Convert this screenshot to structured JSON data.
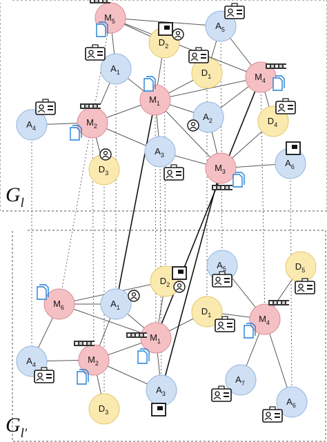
{
  "graphs": [
    {
      "id": "top",
      "label_main": "G",
      "label_sub": "l"
    },
    {
      "id": "bottom",
      "label_main": "G",
      "label_sub": "l′"
    }
  ],
  "colors": {
    "M": {
      "fill": "#f5c0c4",
      "stroke": "#d98e95"
    },
    "A": {
      "fill": "#cfe0f5",
      "stroke": "#94b6dd"
    },
    "D": {
      "fill": "#fbeab0",
      "stroke": "#e2c770"
    },
    "edge": "#555555",
    "link": "#111111",
    "dotted": "#666666",
    "doc_icon": "#1f7fd6"
  },
  "nodes": [
    {
      "id": "top-M5",
      "type": "M",
      "num": "5",
      "icons": [
        "film-strip-icon",
        "document-icon"
      ]
    },
    {
      "id": "top-A5",
      "type": "A",
      "num": "5",
      "icons": [
        "id-card-icon"
      ]
    },
    {
      "id": "top-D2",
      "type": "D",
      "num": "2",
      "icons": [
        "photo-frame-icon",
        "user-icon"
      ]
    },
    {
      "id": "top-A1",
      "type": "A",
      "num": "1",
      "icons": [
        "id-card-icon"
      ]
    },
    {
      "id": "top-D1",
      "type": "D",
      "num": "1",
      "icons": [
        "id-card-icon"
      ]
    },
    {
      "id": "top-M4",
      "type": "M",
      "num": "4",
      "icons": [
        "film-strip-icon",
        "document-icon"
      ]
    },
    {
      "id": "top-M1",
      "type": "M",
      "num": "1",
      "icons": [
        "document-icon"
      ]
    },
    {
      "id": "top-A4",
      "type": "A",
      "num": "4",
      "icons": [
        "id-card-icon"
      ]
    },
    {
      "id": "top-M2",
      "type": "M",
      "num": "2",
      "icons": [
        "film-strip-icon",
        "document-icon"
      ]
    },
    {
      "id": "top-A2",
      "type": "A",
      "num": "2",
      "icons": [
        "user-icon"
      ]
    },
    {
      "id": "top-D4",
      "type": "D",
      "num": "4",
      "icons": [
        "id-card-icon"
      ]
    },
    {
      "id": "top-D3",
      "type": "D",
      "num": "3",
      "icons": [
        "user-icon"
      ]
    },
    {
      "id": "top-A3",
      "type": "A",
      "num": "3",
      "icons": [
        "id-card-icon"
      ]
    },
    {
      "id": "top-M3",
      "type": "M",
      "num": "3",
      "icons": [
        "film-strip-icon",
        "document-icon"
      ]
    },
    {
      "id": "top-A6",
      "type": "A",
      "num": "6",
      "icons": [
        "photo-frame-icon"
      ]
    },
    {
      "id": "bot-A5",
      "type": "A",
      "num": "5",
      "icons": [
        "id-card-icon"
      ]
    },
    {
      "id": "bot-D5",
      "type": "D",
      "num": "5",
      "icons": [
        "id-card-icon"
      ]
    },
    {
      "id": "bot-D2",
      "type": "D",
      "num": "2",
      "icons": [
        "photo-frame-icon",
        "user-icon"
      ]
    },
    {
      "id": "bot-M6",
      "type": "M",
      "num": "6",
      "icons": [
        "document-icon"
      ]
    },
    {
      "id": "bot-A1",
      "type": "A",
      "num": "1",
      "icons": [
        "user-icon"
      ]
    },
    {
      "id": "bot-D1",
      "type": "D",
      "num": "1",
      "icons": [
        "id-card-icon"
      ]
    },
    {
      "id": "bot-M4",
      "type": "M",
      "num": "4",
      "icons": [
        "film-strip-icon",
        "document-icon"
      ]
    },
    {
      "id": "bot-M1",
      "type": "M",
      "num": "1",
      "icons": [
        "film-strip-icon",
        "document-icon"
      ]
    },
    {
      "id": "bot-A4",
      "type": "A",
      "num": "4",
      "icons": [
        "id-card-icon"
      ]
    },
    {
      "id": "bot-M2",
      "type": "M",
      "num": "2",
      "icons": [
        "film-strip-icon",
        "document-icon"
      ]
    },
    {
      "id": "bot-A3",
      "type": "A",
      "num": "3",
      "icons": [
        "photo-frame-icon"
      ]
    },
    {
      "id": "bot-A7",
      "type": "A",
      "num": "7",
      "icons": [
        "id-card-icon"
      ]
    },
    {
      "id": "bot-D3",
      "type": "D",
      "num": "3",
      "icons": []
    },
    {
      "id": "bot-A6",
      "type": "A",
      "num": "6",
      "icons": [
        "id-card-icon"
      ]
    }
  ],
  "edges": [
    [
      "top-M5",
      "top-A5"
    ],
    [
      "top-M5",
      "top-D2"
    ],
    [
      "top-M5",
      "top-A1"
    ],
    [
      "top-M5",
      "top-M4"
    ],
    [
      "top-A5",
      "top-M4"
    ],
    [
      "top-A5",
      "top-D1"
    ],
    [
      "top-D2",
      "top-M1"
    ],
    [
      "top-A1",
      "top-M1"
    ],
    [
      "top-A1",
      "top-M2"
    ],
    [
      "top-D1",
      "top-M1"
    ],
    [
      "top-M4",
      "top-M1"
    ],
    [
      "top-M4",
      "top-D4"
    ],
    [
      "top-M4",
      "top-A2"
    ],
    [
      "top-M1",
      "top-M2"
    ],
    [
      "top-M1",
      "top-A2"
    ],
    [
      "top-M1",
      "top-A3"
    ],
    [
      "top-M1",
      "top-M3"
    ],
    [
      "top-A4",
      "top-M2"
    ],
    [
      "top-M2",
      "top-D3"
    ],
    [
      "top-M2",
      "top-A3"
    ],
    [
      "top-A2",
      "top-M3"
    ],
    [
      "top-A3",
      "top-M3"
    ],
    [
      "top-M3",
      "top-A6"
    ],
    [
      "top-M3",
      "top-D4"
    ],
    [
      "bot-D2",
      "bot-M1"
    ],
    [
      "bot-D2",
      "bot-M6"
    ],
    [
      "bot-M6",
      "bot-A1"
    ],
    [
      "bot-M6",
      "bot-A4"
    ],
    [
      "bot-M6",
      "bot-M1"
    ],
    [
      "bot-A1",
      "bot-M1"
    ],
    [
      "bot-A1",
      "bot-M2"
    ],
    [
      "bot-D1",
      "bot-M1"
    ],
    [
      "bot-D1",
      "bot-M4"
    ],
    [
      "bot-M4",
      "bot-A5"
    ],
    [
      "bot-M4",
      "bot-D5"
    ],
    [
      "bot-M4",
      "bot-A7"
    ],
    [
      "bot-M4",
      "bot-A6"
    ],
    [
      "bot-M1",
      "bot-M2"
    ],
    [
      "bot-M1",
      "bot-A3"
    ],
    [
      "bot-A4",
      "bot-M2"
    ],
    [
      "bot-M2",
      "bot-D3"
    ],
    [
      "bot-M2",
      "bot-A3"
    ]
  ],
  "cross_links": [
    [
      "top-M1",
      "bot-A1"
    ],
    [
      "top-M4",
      "bot-M1"
    ],
    [
      "top-M3",
      "bot-A3"
    ]
  ]
}
